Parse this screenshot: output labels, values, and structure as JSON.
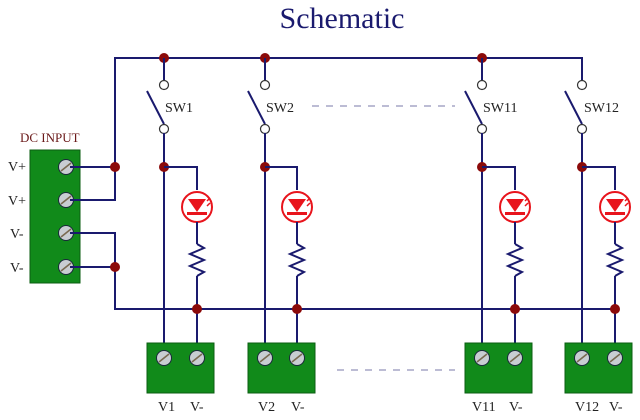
{
  "title": "Schematic",
  "dc_input": {
    "label": "DC INPUT",
    "terminals": [
      "V+",
      "V+",
      "V-",
      "V-"
    ]
  },
  "channels": [
    {
      "switch": "SW1",
      "out_label": "V1",
      "gnd_label": "V-"
    },
    {
      "switch": "SW2",
      "out_label": "V2",
      "gnd_label": "V-"
    },
    {
      "switch": "SW11",
      "out_label": "V11",
      "gnd_label": "V-"
    },
    {
      "switch": "SW12",
      "out_label": "V12",
      "gnd_label": "V-"
    }
  ],
  "colors": {
    "wire": "#1a1a6e",
    "junction": "#8b0a0a",
    "terminal_block": "#118a1a",
    "led": "#e8141c",
    "title": "#1a1a6e"
  }
}
